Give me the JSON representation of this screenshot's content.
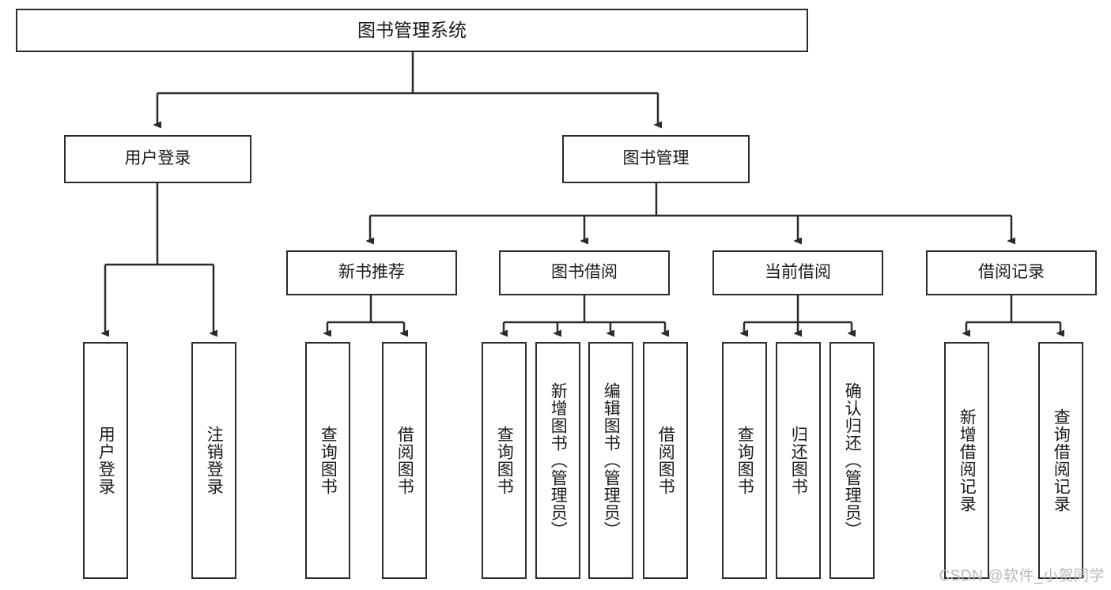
{
  "diagram": {
    "title": "图书管理系统",
    "type": "tree",
    "root": {
      "label": "图书管理系统"
    },
    "level1": [
      {
        "label": "用户登录"
      },
      {
        "label": "图书管理"
      }
    ],
    "level2": [
      {
        "label": "新书推荐"
      },
      {
        "label": "图书借阅"
      },
      {
        "label": "当前借阅"
      },
      {
        "label": "借阅记录"
      }
    ],
    "leaves": {
      "user_login": [
        {
          "label": "用户登录"
        },
        {
          "label": "注销登录"
        }
      ],
      "new_book": [
        {
          "label": "查询图书"
        },
        {
          "label": "借阅图书"
        }
      ],
      "book_borrow": [
        {
          "label": "查询图书"
        },
        {
          "label": "新增图书（管理员）"
        },
        {
          "label": "编辑图书（管理员）"
        },
        {
          "label": "借阅图书"
        }
      ],
      "current_borrow": [
        {
          "label": "查询图书"
        },
        {
          "label": "归还图书"
        },
        {
          "label": "确认归还（管理员）"
        }
      ],
      "borrow_record": [
        {
          "label": "新增借阅记录"
        },
        {
          "label": "查询借阅记录"
        }
      ]
    }
  },
  "watermark": {
    "text": "CSDN @软件_小贺同学"
  },
  "colors": {
    "border": "#2b2b2b",
    "background": "#ffffff",
    "text": "#1a1a1a",
    "watermark": "#b9b9b9"
  }
}
